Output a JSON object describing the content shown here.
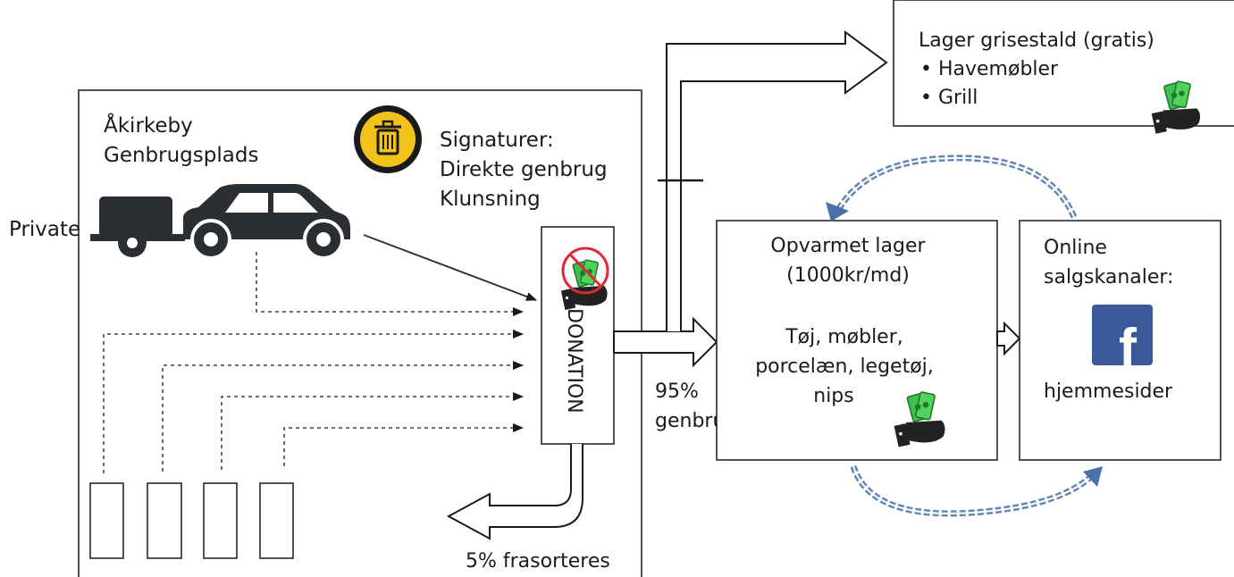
{
  "site": {
    "title_line1": "Åkirkeby",
    "title_line2": "Genbrugsplads",
    "private_label": "Private",
    "signatures_title": "Signaturer:",
    "signatures_line1": "Direkte genbrug",
    "signatures_line2": "Klunsning",
    "donation_label": "DONATION",
    "discard_label": "5% frasorteres"
  },
  "flow": {
    "reuse_percent": "95%",
    "reuse_label": "genbrug"
  },
  "pig_barn": {
    "title": "Lager grisestald (gratis)",
    "items": [
      "• Havemøbler",
      "• Grill"
    ]
  },
  "heated_storage": {
    "title_line1": "Opvarmet lager",
    "title_line2": "(1000kr/md)",
    "contents_line1": "Tøj, møbler,",
    "contents_line2": "porcelæn, legetøj,",
    "contents_line3": "nips"
  },
  "online": {
    "title_line1": "Online",
    "title_line2": "salgskanaler:",
    "facebook_glyph": "f",
    "websites_label": "hjemmesider"
  },
  "colors": {
    "line": "#1a1a1a",
    "money_green": "#3fbf4f",
    "trash_yellow": "#f2c21b",
    "forbidden_red": "#e0283a",
    "facebook_blue": "#3b5998",
    "cycle_arrow_blue": "#4a72a8"
  },
  "icons": [
    "trash-icon",
    "trailer-icon",
    "car-icon",
    "money-hand-icon",
    "facebook-icon",
    "no-money-icon"
  ]
}
